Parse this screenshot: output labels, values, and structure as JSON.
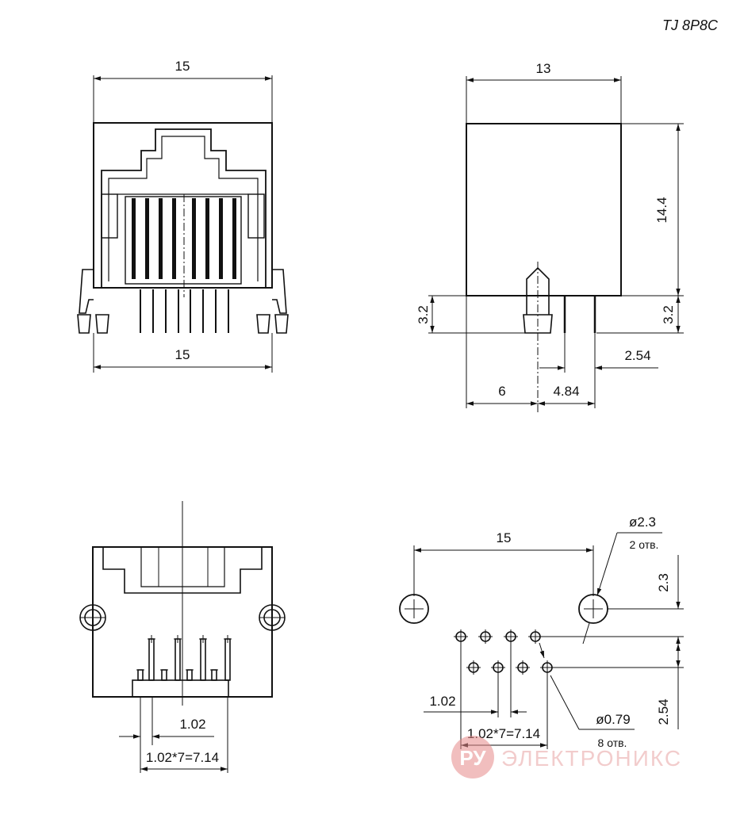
{
  "title": "TJ  8P8C",
  "front_view": {
    "width_top": "15",
    "width_bottom": "15"
  },
  "side_view": {
    "width": "13",
    "height": "14.4",
    "pin_length_left": "3.2",
    "pin_length_right": "3.2",
    "pin_pitch": "2.54",
    "offset": "6",
    "span": "4.84"
  },
  "bottom_view": {
    "pitch": "1.02",
    "total": "1.02*7=7.14"
  },
  "pcb_layout": {
    "spacing": "15",
    "hole_large_diameter": "ø2.3",
    "hole_large_count": "2 отв.",
    "hole_large_offset": "2.3",
    "row_pitch": "2.54",
    "pitch": "1.02",
    "total": "1.02*7=7.14",
    "hole_small_diameter": "ø0.79",
    "hole_small_count": "8 отв."
  },
  "watermark": {
    "logo_letters": "РУ",
    "text": "ЭЛЕКТРОНИКС"
  }
}
